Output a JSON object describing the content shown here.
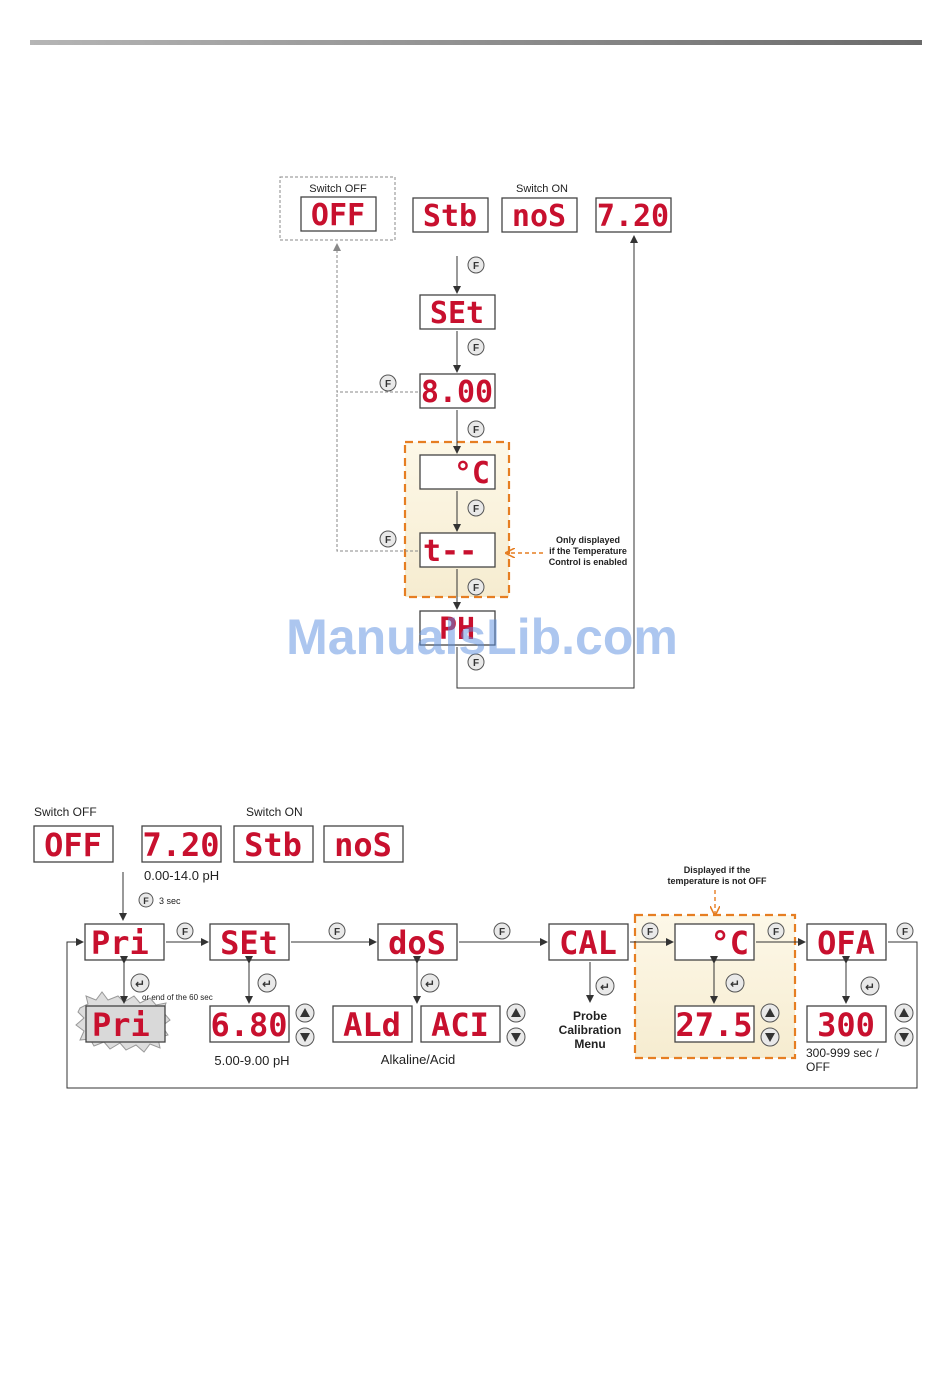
{
  "diagram1": {
    "switch_off_label": "Switch OFF",
    "switch_on_label": "Switch ON",
    "displays": {
      "off": "OFF",
      "stb": "Stb",
      "nos": "noS",
      "reading": "7.20",
      "set": "SEt",
      "setpoint": "8.00",
      "temp_unit": "°C",
      "temp_dashes": "t--",
      "ph": "PH"
    },
    "note": [
      "Only displayed",
      "if the Temperature",
      "Control is enabled"
    ],
    "f_button": "F"
  },
  "diagram2": {
    "switch_off_label": "Switch OFF",
    "switch_on_label": "Switch ON",
    "displays": {
      "off": "OFF",
      "reading": "7.20",
      "stb": "Stb",
      "nos": "noS",
      "pri": "Pri",
      "pri_blink": "Pri",
      "set": "SEt",
      "set_value": "6.80",
      "dos": "doS",
      "alkaline": "ALd",
      "acid": "ACI",
      "cal": "CAL",
      "temp_unit": "°C",
      "temp_value": "27.5",
      "ofa": "OFA",
      "ofa_value": "300"
    },
    "range_reading": "0.00-14.0 pH",
    "hold_time": "3 sec",
    "end_note": "or end of the 60 sec",
    "range_set": "5.00-9.00 pH",
    "dos_options": "Alkaline/Acid",
    "probe_menu": [
      "Probe",
      "Calibration",
      "Menu"
    ],
    "temp_note": [
      "Displayed if the",
      "temperature is not OFF"
    ],
    "ofa_range": [
      "300-999 sec /",
      "OFF"
    ],
    "f_button": "F",
    "enter_symbol": "↵"
  },
  "watermark": "ManualsLib.com"
}
